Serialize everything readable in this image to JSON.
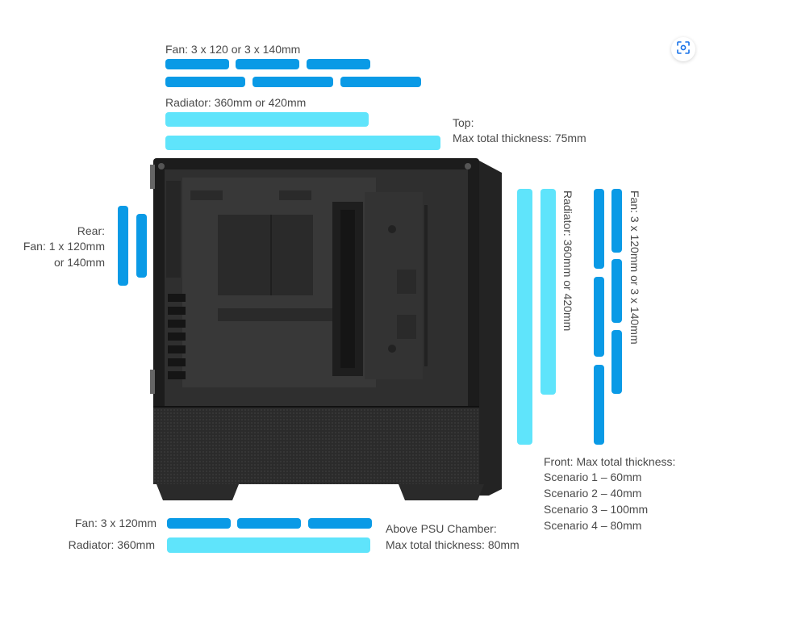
{
  "top": {
    "fan_label": "Fan: 3 x 120 or 3 x 140mm",
    "radiator_label": "Radiator: 360mm or 420mm",
    "title": "Top:",
    "thickness": "Max total thickness: 75mm"
  },
  "rear": {
    "title": "Rear:",
    "line1": "Fan: 1 x 120mm",
    "line2": "or 140mm"
  },
  "front": {
    "radiator_label": "Radiator: 360mm or 420mm",
    "fan_label": "Fan: 3 x 120mm or 3 x 140mm",
    "thickness_title": "Front: Max total thickness:",
    "scenarios": [
      "Scenario 1 – 60mm",
      "Scenario 2 – 40mm",
      "Scenario 3 – 100mm",
      "Scenario 4 – 80mm"
    ]
  },
  "bottom": {
    "fan_label": "Fan: 3 x 120mm",
    "radiator_label": "Radiator: 360mm",
    "psu_title": "Above PSU Chamber:",
    "psu_thickness": "Max total thickness: 80mm"
  },
  "colors": {
    "fan_bar": "#0a9ae6",
    "radiator_bar": "#5fe4fb"
  },
  "icons": {
    "lens": "visual-search-icon"
  }
}
